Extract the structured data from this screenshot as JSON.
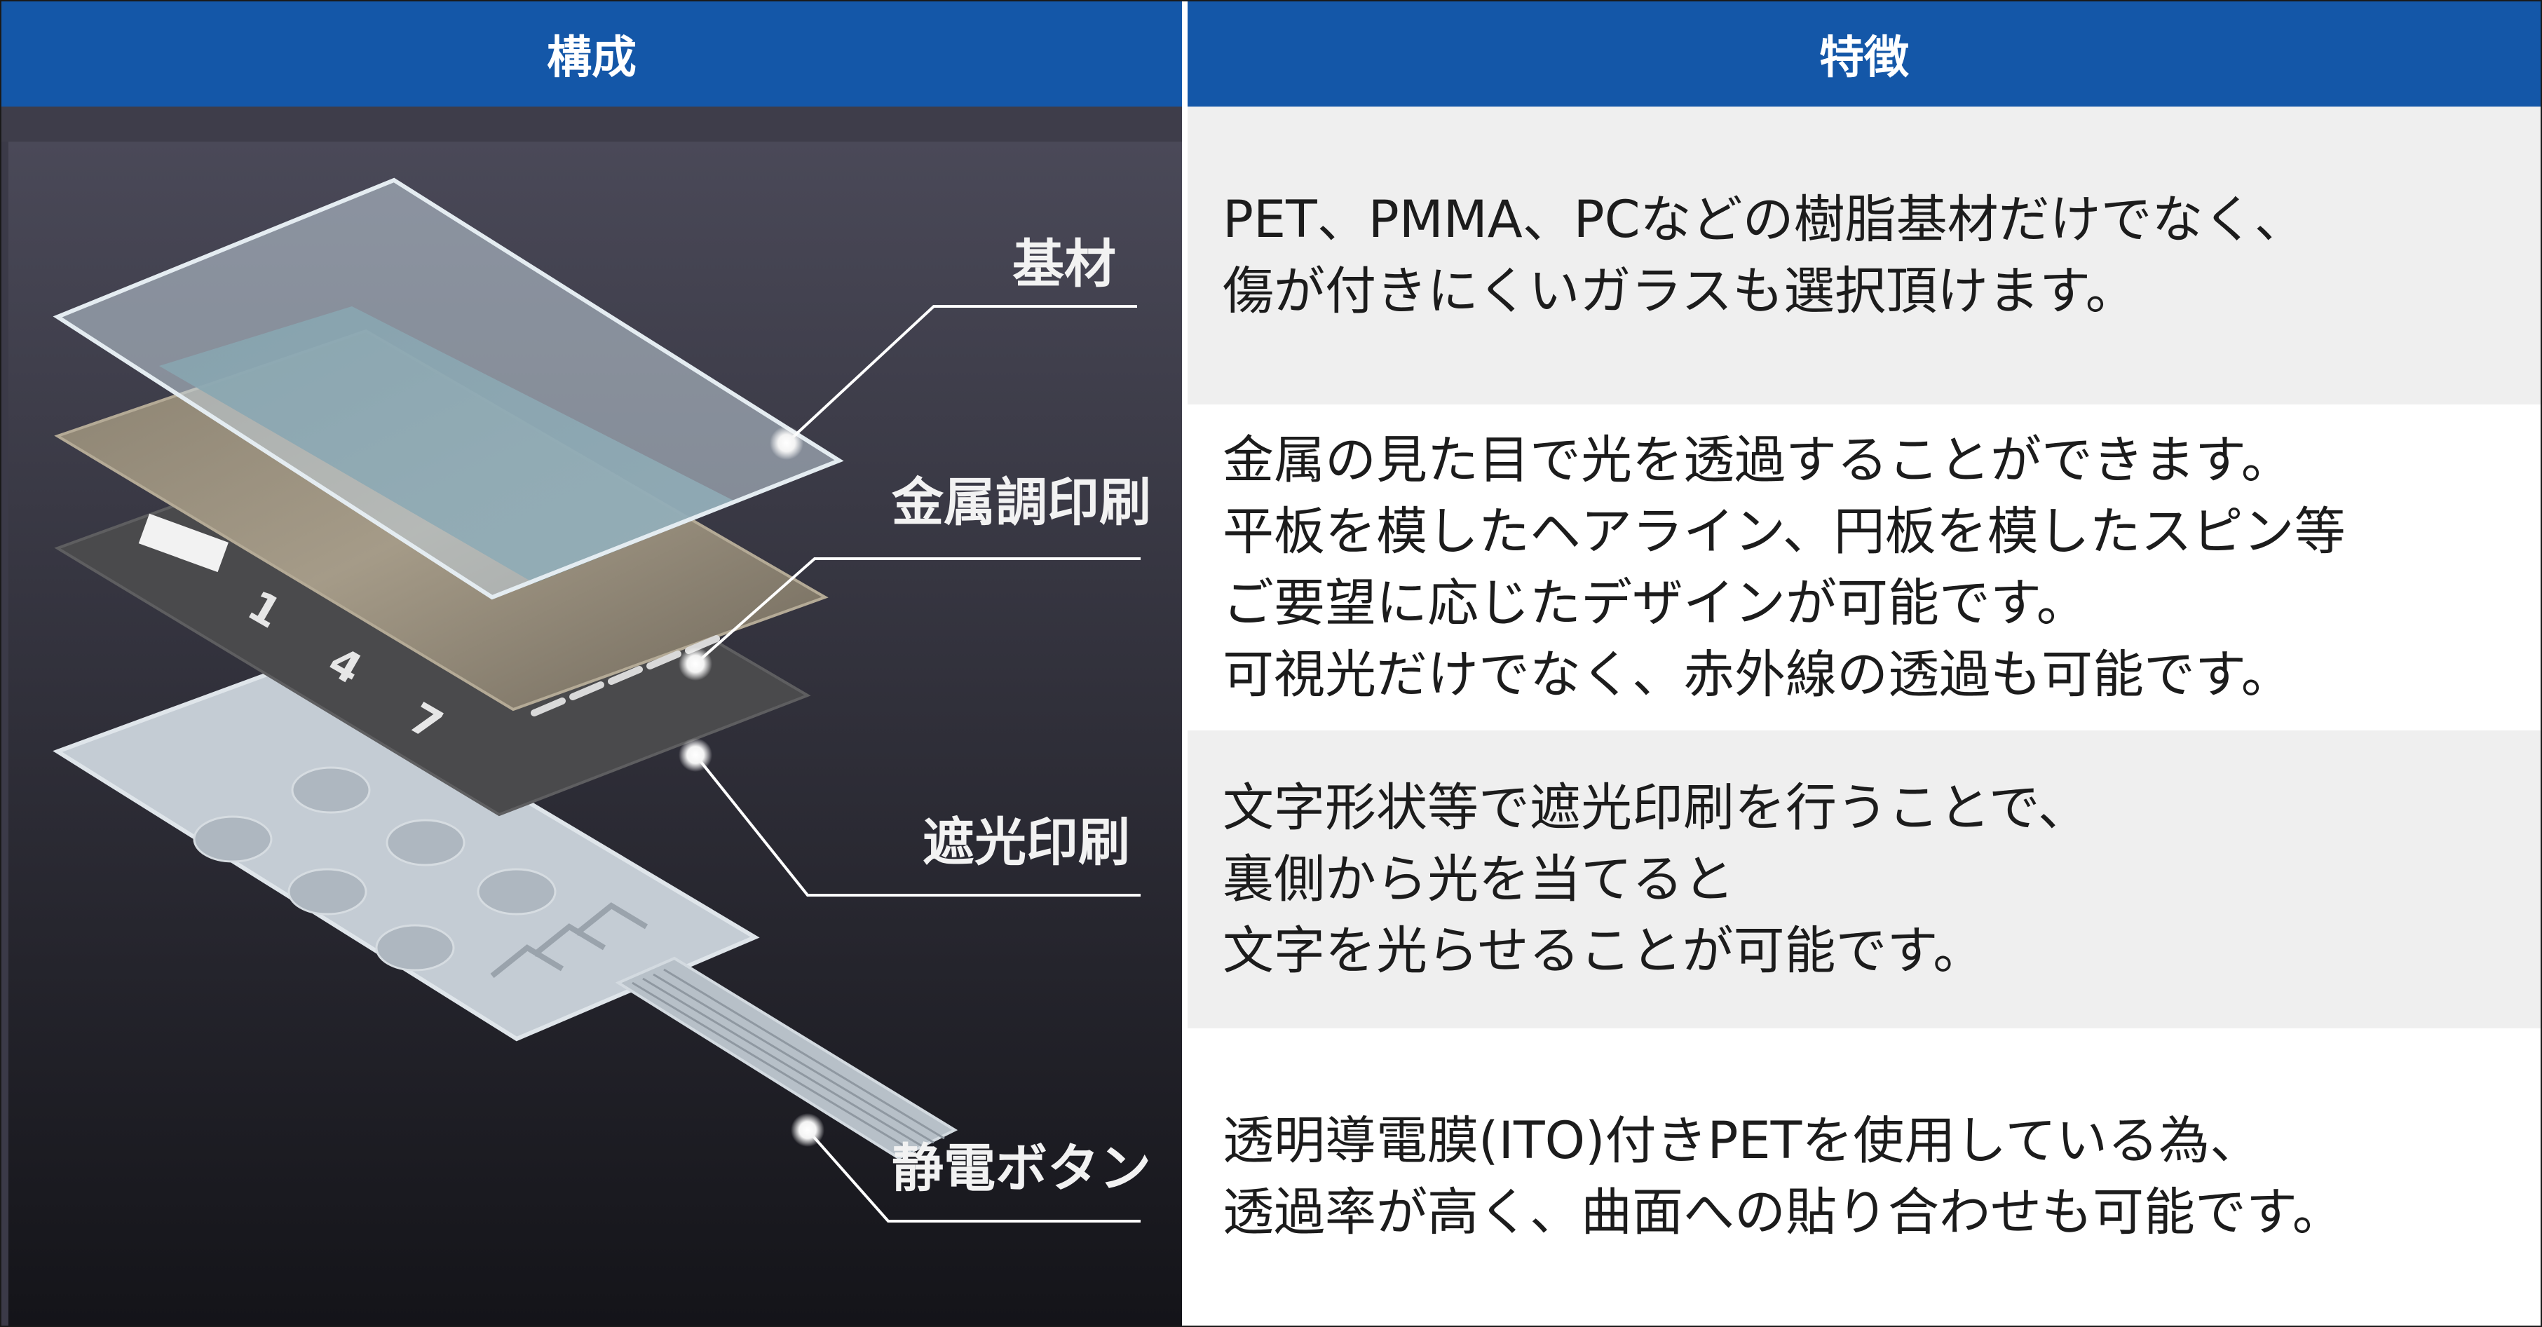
{
  "header": {
    "left": "構成",
    "right": "特徴"
  },
  "layers": [
    {
      "label": "基材"
    },
    {
      "label": "金属調印刷"
    },
    {
      "label": "遮光印刷"
    },
    {
      "label": "静電ボタン"
    }
  ],
  "keys": [
    "1",
    "4",
    "7"
  ],
  "features": [
    {
      "lines": [
        "PET、PMMA、PCなどの樹脂基材だけでなく、",
        "傷が付きにくいガラスも選択頂けます。"
      ]
    },
    {
      "lines": [
        "金属の見た目で光を透過することができます。",
        "平板を模したヘアライン、円板を模したスピン等",
        "ご要望に応じたデザインが可能です。",
        "可視光だけでなく、赤外線の透過も可能です。"
      ]
    },
    {
      "lines": [
        "文字形状等で遮光印刷を行うことで、",
        "裏側から光を当てると",
        "文字を光らせることが可能です。"
      ]
    },
    {
      "lines": [
        "透明導電膜(ITO)付きPETを使用している為、",
        "透過率が高く、曲面への貼り合わせも可能です。"
      ]
    }
  ]
}
